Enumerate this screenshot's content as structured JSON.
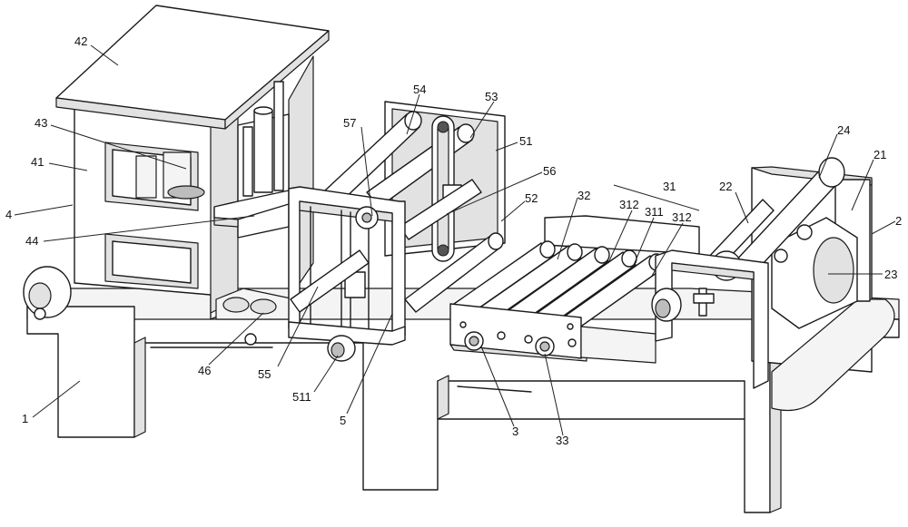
{
  "labels": {
    "l1": "1",
    "l2": "2",
    "l3": "3",
    "l4": "4",
    "l5": "5",
    "l21": "21",
    "l22": "22",
    "l23": "23",
    "l24": "24",
    "l31": "31",
    "l32": "32",
    "l33": "33",
    "l41": "41",
    "l42": "42",
    "l43": "43",
    "l44": "44",
    "l46": "46",
    "l51": "51",
    "l52": "52",
    "l53": "53",
    "l54": "54",
    "l55": "55",
    "l56": "56",
    "l57": "57",
    "l311": "311",
    "l312a": "312",
    "l312b": "312",
    "l511": "511"
  }
}
